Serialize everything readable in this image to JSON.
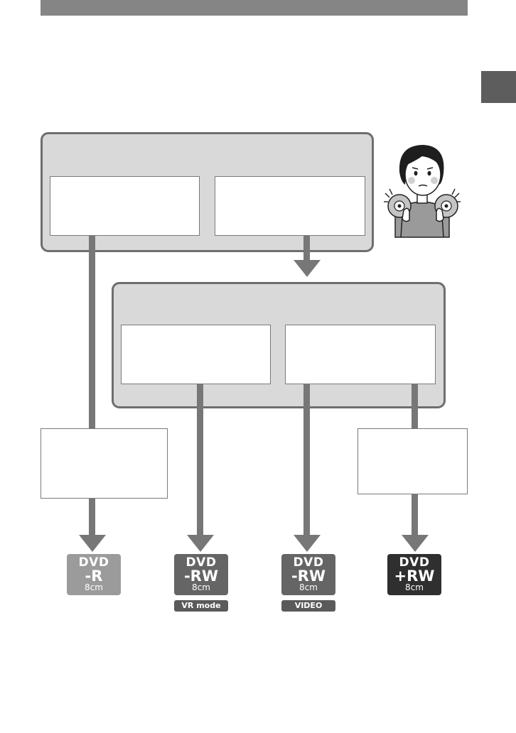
{
  "colors": {
    "header_bar": "#858585",
    "side_tab": "#5d5d5d",
    "group_fill": "#d9d9d9",
    "connector": "#777777",
    "disc_dvd_r": "#9b9b9b",
    "disc_dvd_rw": "#656565",
    "disc_dvd_plus_rw": "#2f2f2f"
  },
  "discs": [
    {
      "line1": "DVD",
      "line2": "-R",
      "line3": "8cm",
      "mode": ""
    },
    {
      "line1": "DVD",
      "line2": "-RW",
      "line3": "8cm",
      "mode": "VR mode"
    },
    {
      "line1": "DVD",
      "line2": "-RW",
      "line3": "8cm",
      "mode": "VIDEO mode"
    },
    {
      "line1": "DVD",
      "line2": "+RW",
      "line3": "8cm",
      "mode": ""
    }
  ],
  "illustration": {
    "icon": "person-holding-discs-icon"
  }
}
